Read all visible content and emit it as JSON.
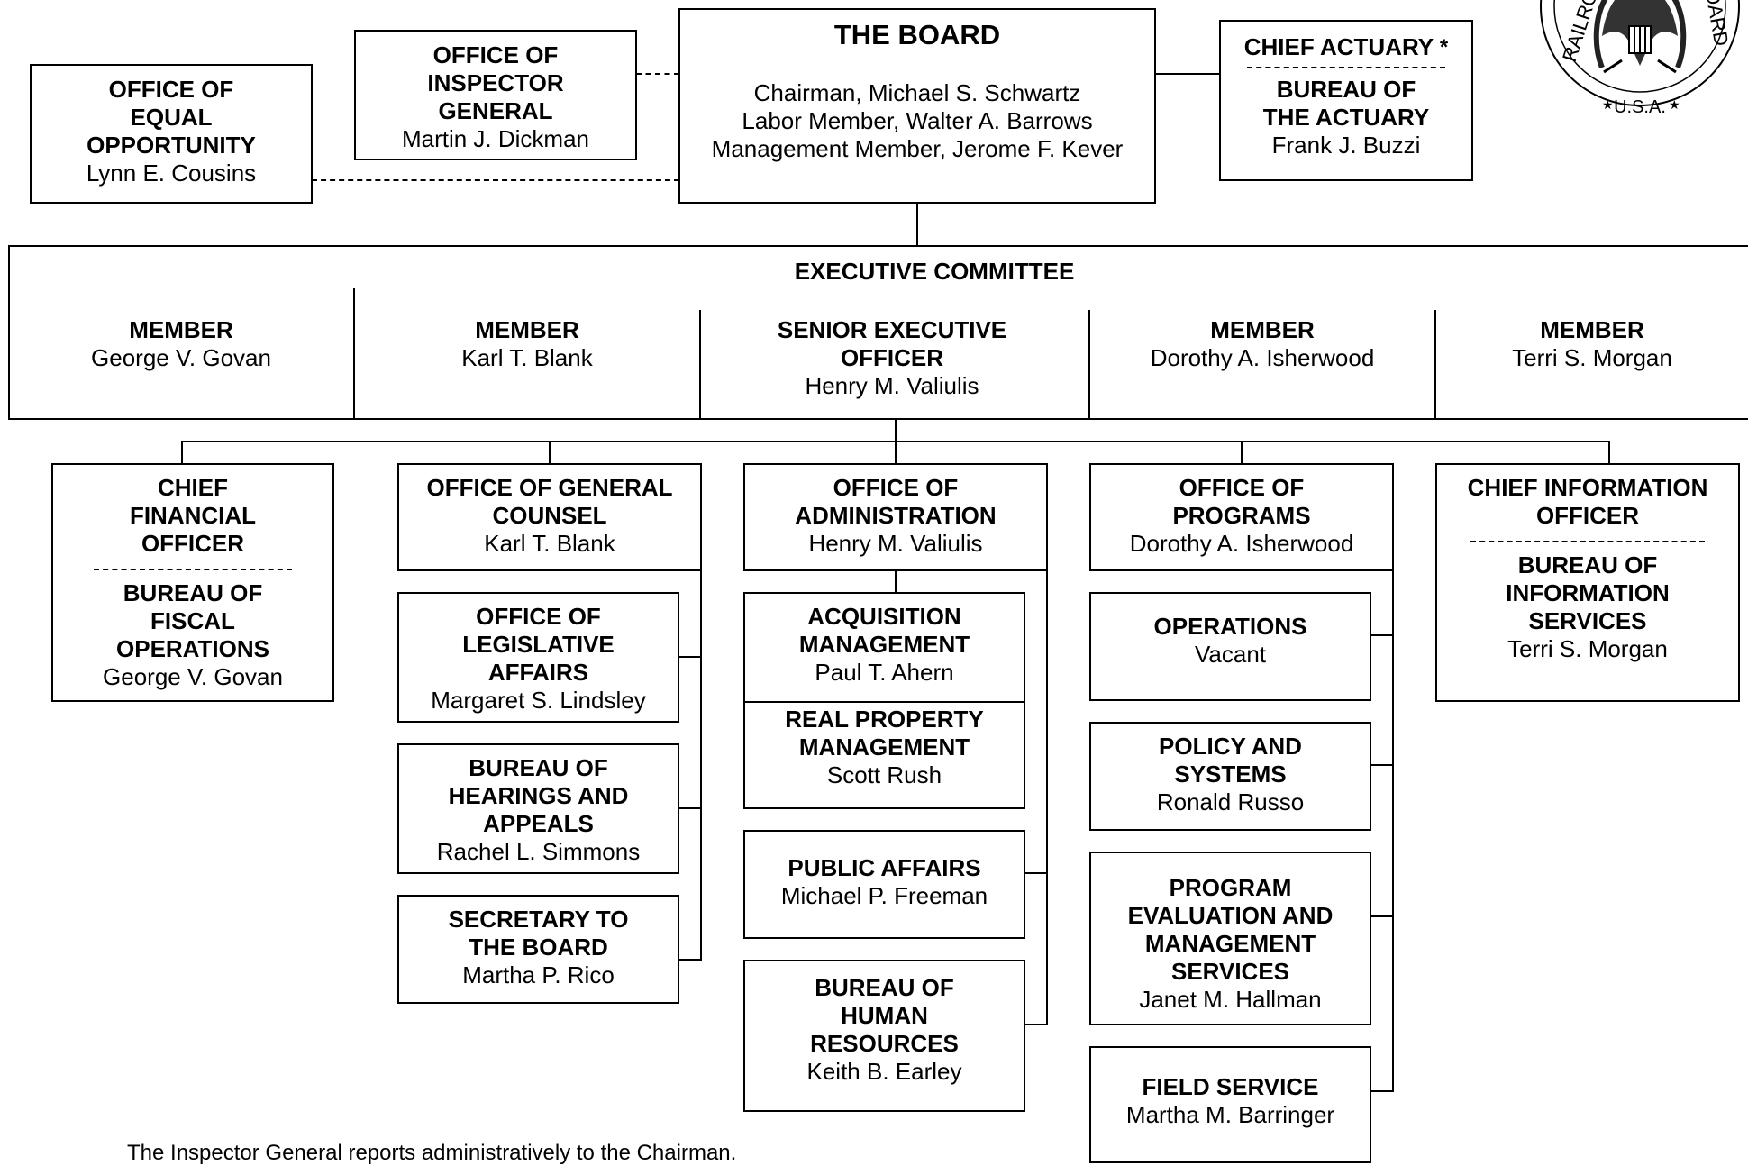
{
  "office_equal_opportunity": {
    "title": "OFFICE OF EQUAL OPPORTUNITY",
    "name": "Lynn E. Cousins"
  },
  "inspector_general": {
    "title": "OFFICE OF INSPECTOR GENERAL",
    "name": "Martin J. Dickman"
  },
  "board": {
    "title": "THE BOARD",
    "members": [
      "Chairman, Michael S. Schwartz",
      "Labor Member, Walter A. Barrows",
      "Management Member, Jerome F. Kever"
    ]
  },
  "chief_actuary": {
    "title": "CHIEF ACTUARY",
    "asterisk": "*",
    "bureau": "BUREAU OF THE ACTUARY",
    "name": "Frank J. Buzzi"
  },
  "seal": {
    "text_left": "RAILROAD",
    "text_right": "BOARD",
    "text_bottom": "U.S.A.",
    "icon": "eagle-seal-icon"
  },
  "executive_committee": {
    "title": "EXECUTIVE COMMITTEE",
    "members": [
      {
        "role": "MEMBER",
        "name": "George V. Govan"
      },
      {
        "role": "MEMBER",
        "name": "Karl T. Blank"
      },
      {
        "role": "SENIOR EXECUTIVE OFFICER",
        "name": "Henry M. Valiulis"
      },
      {
        "role": "MEMBER",
        "name": "Dorothy A. Isherwood"
      },
      {
        "role": "MEMBER",
        "name": "Terri S. Morgan"
      }
    ]
  },
  "cfo": {
    "title": "CHIEF FINANCIAL OFFICER",
    "bureau": "BUREAU OF FISCAL OPERATIONS",
    "name": "George V. Govan"
  },
  "general_counsel": {
    "title": "OFFICE OF GENERAL COUNSEL",
    "name": "Karl T. Blank",
    "units": [
      {
        "title": "OFFICE OF LEGISLATIVE AFFAIRS",
        "name": "Margaret S. Lindsley"
      },
      {
        "title": "BUREAU OF HEARINGS AND APPEALS",
        "name": "Rachel L. Simmons"
      },
      {
        "title": "SECRETARY TO THE BOARD",
        "name": "Martha P. Rico"
      }
    ]
  },
  "administration": {
    "title": "OFFICE OF ADMINISTRATION",
    "name": "Henry M. Valiulis",
    "units": [
      {
        "title": "ACQUISITION MANAGEMENT",
        "name": "Paul T. Ahern"
      },
      {
        "title": "REAL PROPERTY MANAGEMENT",
        "name": "Scott Rush"
      },
      {
        "title": "PUBLIC AFFAIRS",
        "name": "Michael P. Freeman"
      },
      {
        "title": "BUREAU OF HUMAN RESOURCES",
        "name": "Keith B. Earley"
      }
    ]
  },
  "programs": {
    "title": "OFFICE OF PROGRAMS",
    "name": "Dorothy A. Isherwood",
    "units": [
      {
        "title": "OPERATIONS",
        "name": "Vacant"
      },
      {
        "title": "POLICY AND SYSTEMS",
        "name": "Ronald Russo"
      },
      {
        "title": "PROGRAM EVALUATION AND MANAGEMENT SERVICES",
        "name": "Janet M. Hallman"
      },
      {
        "title": "FIELD SERVICE",
        "name": "Martha M. Barringer"
      }
    ]
  },
  "cio": {
    "title": "CHIEF INFORMATION OFFICER",
    "bureau": "BUREAU OF INFORMATION SERVICES",
    "name": "Terri S. Morgan"
  },
  "footnote": "The Inspector General reports administratively to the Chairman."
}
